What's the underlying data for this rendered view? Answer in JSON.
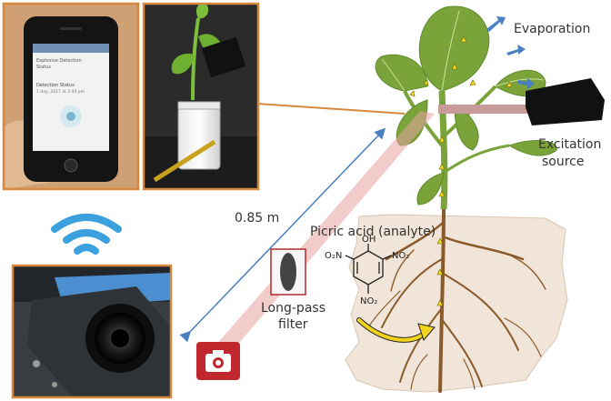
{
  "labels": {
    "evaporation": "Evaporation",
    "excitation_line1": "Excitation",
    "excitation_line2": "source",
    "distance": "0.85 m",
    "analyte": "Picric acid (analyte)",
    "filter_line1": "Long-pass",
    "filter_line2": "filter"
  },
  "molecule": {
    "oh": "OH",
    "no2_left": "O₂N",
    "no2_right": "NO₂",
    "no2_bottom": "NO₂"
  },
  "phone_screen": {
    "line1": "Explosive Detection",
    "line2": "Status",
    "line3": "Detection Status",
    "line4": "1 day, 2017 at 2:49 pm"
  },
  "colors": {
    "frame": "#d8883c",
    "leaf": "#7aa43a",
    "soil": "#f1e4d8",
    "root": "#8a5a2b",
    "arrow_blue": "#4a7fc1",
    "flow_arrow": "#f2d41c",
    "camera_red": "#c0282d",
    "beam": "#e8a0a0"
  },
  "icons": [
    "wifi-icon",
    "camera-icon",
    "evaporation-arrow-icon",
    "excitation-source-icon",
    "filter-icon"
  ]
}
